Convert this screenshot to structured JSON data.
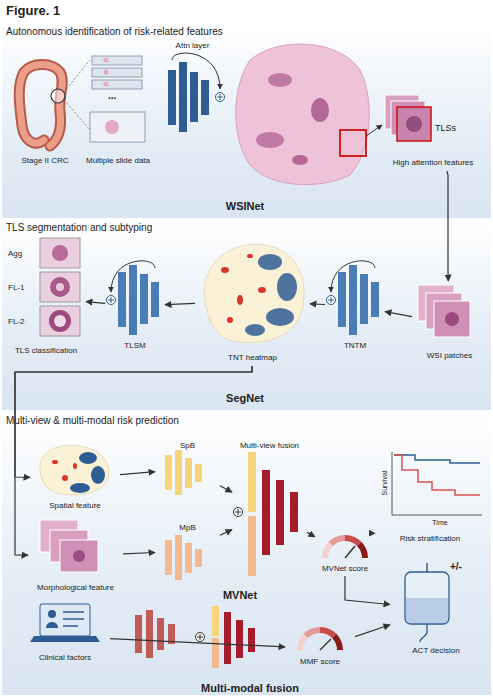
{
  "diagram": {
    "title": "Figure. 1",
    "nodes": [
      {
        "text": [
          "Autonomous identification of risk-related features",
          "WSINet"
        ]
      },
      {
        "text": [
          "Stage II CRC"
        ],
        "in": 0
      },
      {
        "text": [
          "Multiple slide data"
        ],
        "in": 0
      },
      {
        "text": [
          "Attn layer"
        ],
        "in": 0
      },
      {
        "text": [
          "TLSs",
          "High attention features"
        ],
        "in": 0
      },
      {
        "text": [
          "TLS segmentation and subtyping",
          "SegNet"
        ]
      },
      {
        "text": [
          "Agg",
          "FL-1",
          "FL-2",
          "TLS classification"
        ],
        "in": 5
      },
      {
        "text": [
          "TLSM"
        ],
        "in": 5
      },
      {
        "text": [
          "TNT heatmap"
        ],
        "in": 5
      },
      {
        "text": [
          "TNTM"
        ],
        "in": 5
      },
      {
        "text": [
          "WSI patches"
        ],
        "in": 5
      },
      {
        "text": [
          "Multi-view & multi-modal risk prediction",
          "MVNet",
          "Multi-modal fusion"
        ]
      },
      {
        "text": [
          "Spatial feature"
        ],
        "in": 11
      },
      {
        "text": [
          "SpB"
        ],
        "in": 11
      },
      {
        "text": [
          "Morphological feature"
        ],
        "in": 11
      },
      {
        "text": [
          "MpB"
        ],
        "in": 11
      },
      {
        "text": [
          "Multi-view fusion"
        ],
        "in": 11
      },
      {
        "text": [
          "MVNet score"
        ],
        "in": 11
      },
      {
        "text": [
          "Survival",
          "Time",
          "Risk stratification"
        ],
        "in": 11
      },
      {
        "text": [
          "Clinical factors"
        ],
        "in": 11
      },
      {
        "text": [
          "MMF score"
        ],
        "in": 11
      },
      {
        "text": [
          "+/-",
          "ACT decision"
        ],
        "in": 11
      }
    ],
    "edges": [
      {
        "from": 4,
        "to": 10,
        "arrow": "to"
      },
      {
        "from": 10,
        "to": 9,
        "arrow": "to"
      },
      {
        "from": 9,
        "to": 8,
        "arrow": "to"
      },
      {
        "from": 8,
        "to": 7,
        "arrow": "to"
      },
      {
        "from": 7,
        "to": 6,
        "arrow": "to"
      },
      {
        "from": 8,
        "to": 12,
        "arrow": "to"
      },
      {
        "from": 8,
        "to": 14,
        "arrow": "to"
      },
      {
        "from": 12,
        "to": 13,
        "arrow": "to"
      },
      {
        "from": 14,
        "to": 15,
        "arrow": "to"
      },
      {
        "from": 13,
        "to": 16,
        "arrow": "to"
      },
      {
        "from": 15,
        "to": 16,
        "arrow": "to"
      },
      {
        "from": 16,
        "to": 17,
        "arrow": "to"
      },
      {
        "from": 17,
        "to": 18,
        "arrow": "to"
      },
      {
        "from": 19,
        "to": 20,
        "arrow": "to"
      },
      {
        "from": 17,
        "to": 21,
        "arrow": "to"
      },
      {
        "from": 20,
        "to": 21,
        "arrow": "to"
      }
    ],
    "labels": [
      "..."
    ]
  }
}
